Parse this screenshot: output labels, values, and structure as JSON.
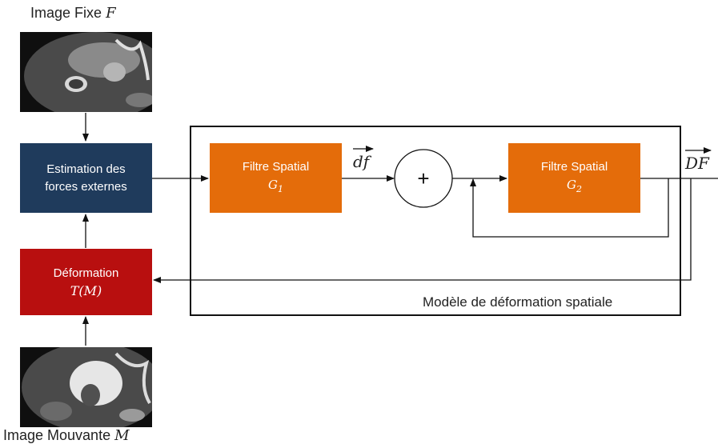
{
  "images": {
    "fixed_label": "Image Fixe",
    "fixed_symbol": "F",
    "moving_label": "Image Mouvante",
    "moving_symbol": "M"
  },
  "boxes": {
    "estimation": {
      "line1": "Estimation des",
      "line2": "forces externes",
      "color": "#1f3b5c"
    },
    "deformation": {
      "line1": "Déformation",
      "line2": "T(M)",
      "color": "#b80f0f"
    },
    "filter1": {
      "line1": "Filtre Spatial",
      "symbol": "G",
      "subscript": "1",
      "color": "#e46c0a"
    },
    "filter2": {
      "line1": "Filtre Spatial",
      "symbol": "G",
      "subscript": "2",
      "color": "#e46c0a"
    }
  },
  "signals": {
    "df": "df",
    "DF": "DF"
  },
  "sum_symbol": "+",
  "model_label": "Modèle de déformation spatiale"
}
